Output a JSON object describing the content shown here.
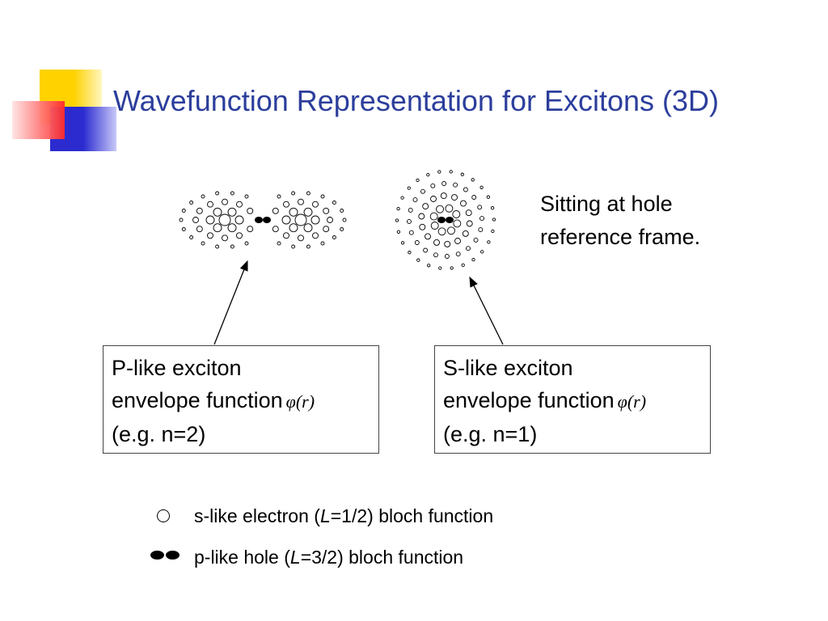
{
  "slide": {
    "title": "Wavefunction Representation for Excitons (3D)"
  },
  "note": {
    "line1": "Sitting at hole",
    "line2": "reference frame."
  },
  "boxes": {
    "p_like": {
      "line1": "P-like exciton",
      "line2": "envelope function",
      "phi": "φ(r)",
      "line3": "(e.g. n=2)"
    },
    "s_like": {
      "line1": "S-like exciton",
      "line2": "envelope function",
      "phi": "φ(r)",
      "line3": "(e.g. n=1)"
    }
  },
  "legend": {
    "s_electron_pre": "s-like electron (",
    "s_electron_L": "L",
    "s_electron_post": "=1/2) bloch function",
    "p_hole_pre": "p-like hole (",
    "p_hole_L": "L",
    "p_hole_post": "=3/2) bloch function"
  },
  "colors": {
    "title": "#2c3e9c",
    "deco_yellow": "#ffd200",
    "deco_blue": "#2b2bd0",
    "deco_red": "#ff2a2a"
  },
  "icons": {
    "electron": "open-circle-icon",
    "hole": "dumbbell-icon"
  }
}
